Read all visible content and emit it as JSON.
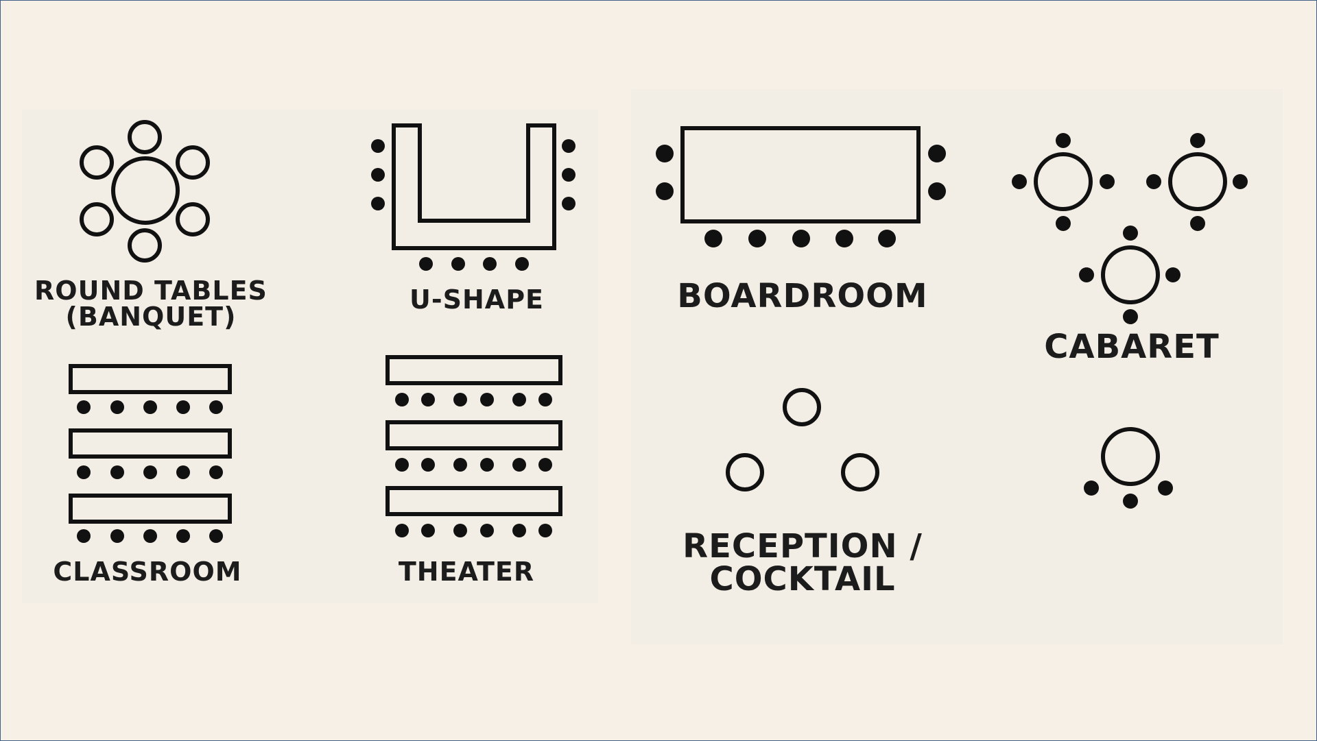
{
  "layouts": [
    {
      "id": "round-tables",
      "label": "ROUND TABLES\n(BANQUET)"
    },
    {
      "id": "u-shape",
      "label": "U-SHAPE"
    },
    {
      "id": "boardroom",
      "label": "BOARDROOM"
    },
    {
      "id": "cabaret",
      "label": "CABARET"
    },
    {
      "id": "classroom",
      "label": "CLASSROOM"
    },
    {
      "id": "theater",
      "label": "THEATER"
    },
    {
      "id": "reception",
      "label": "RECEPTION /\nCOCKTAIL"
    }
  ],
  "colors": {
    "background": "#f6f0e6",
    "ink": "#111111",
    "frame": "#3f5f86"
  }
}
